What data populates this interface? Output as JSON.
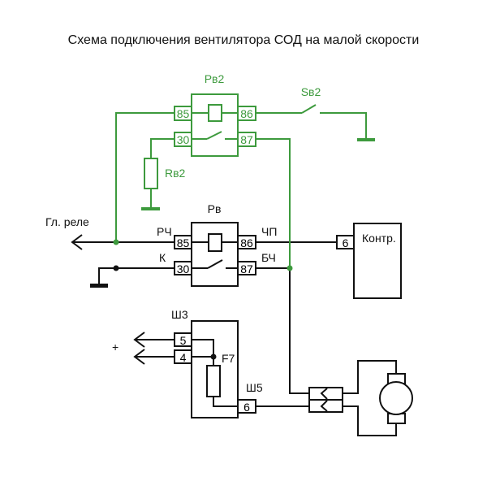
{
  "title": "Схема подключения вентилятора СОД на малой скорости",
  "colors": {
    "aux_circuit": "#3d9a3d",
    "main_circuit": "#111111"
  },
  "relay_aux": {
    "label": "Рв2",
    "pins": {
      "p85": "85",
      "p86": "86",
      "p30": "30",
      "p87": "87"
    }
  },
  "switch_aux": {
    "label": "Sв2"
  },
  "resistor_aux": {
    "label": "Rв2"
  },
  "relay_main": {
    "label": "Рв",
    "pins": {
      "p85": "85",
      "p86": "86",
      "p30": "30",
      "p87": "87"
    },
    "wire_labels": {
      "p85": "РЧ",
      "p86": "ЧП",
      "p30": "К",
      "p87": "БЧ"
    }
  },
  "main_relay_link": {
    "label": "Гл. реле"
  },
  "controller": {
    "label": "Контр.",
    "pin": "6"
  },
  "fuse_block": {
    "connector_in": "Ш3",
    "connector_out": "Ш5",
    "pins": {
      "p5": "5",
      "p4": "4",
      "p6": "6"
    },
    "fuse_label": "F7",
    "supply_label": "+"
  },
  "motor": {
    "icon": "dc-motor-icon"
  }
}
